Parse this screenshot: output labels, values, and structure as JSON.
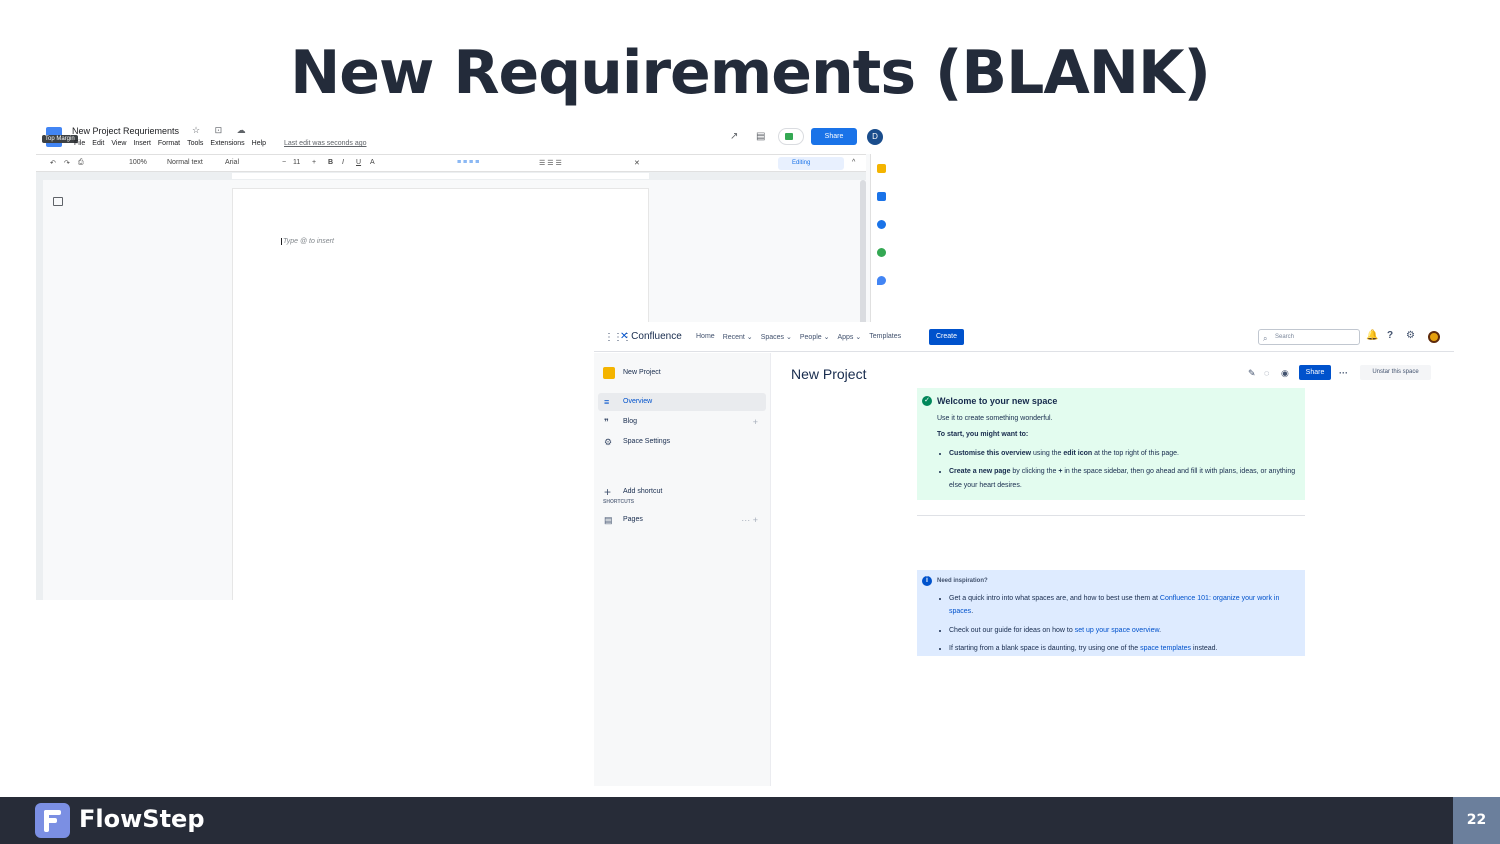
{
  "slide": {
    "title": "New Requirements (BLANK)",
    "page_number": "22"
  },
  "footer": {
    "brand": "FlowStep"
  },
  "gdocs": {
    "doc_title": "New Project Requriements",
    "tooltip": "Top Margin",
    "menu": [
      "File",
      "Edit",
      "View",
      "Insert",
      "Format",
      "Tools",
      "Extensions",
      "Help"
    ],
    "last_edit": "Last edit was seconds ago",
    "share_label": "Share",
    "avatar_initial": "D",
    "zoom": "100%",
    "style": "Normal text",
    "font": "Arial",
    "font_size": "11",
    "mode": "Editing",
    "placeholder": "Type @ to insert",
    "title_icons": "☆ ⊡ ☁",
    "toolbar_icons": {
      "undo": "↶",
      "redo": "↷",
      "print": "⎙",
      "bold": "B",
      "italic": "I",
      "underline": "U",
      "text_color": "A",
      "minus": "−",
      "plus": "+",
      "align": "≡ ≡ ≡ ≡",
      "lists": "☰ ☰ ☰",
      "clear": "✕",
      "collapse": "^"
    },
    "right_icons": {
      "trend": "↗",
      "comments": "▤"
    },
    "side_colors": [
      "#f4b400",
      "#1a73e8",
      "#1a73e8",
      "#34a853",
      "#4285f4"
    ]
  },
  "confluence": {
    "product": "Confluence",
    "nav": [
      "Home",
      "Recent ⌄",
      "Spaces ⌄",
      "People ⌄",
      "Apps ⌄",
      "Templates"
    ],
    "create_label": "Create",
    "search_placeholder": "Search",
    "sidebar": {
      "space_name": "New Project",
      "items": [
        {
          "label": "Overview",
          "icon": "≡"
        },
        {
          "label": "Blog",
          "icon": "❞",
          "plus": "+"
        },
        {
          "label": "Space Settings",
          "icon": "⚙"
        }
      ],
      "shortcuts_heading": "SHORTCUTS",
      "add_shortcut": "Add shortcut",
      "pages_label": "Pages",
      "pages_more": "··· +"
    },
    "page_title": "New Project",
    "share_label": "Share",
    "more_label": "···",
    "unstar_label": "Unstar this space",
    "welcome": {
      "heading": "Welcome to your new space",
      "intro": "Use it to create something wonderful.",
      "subheading": "To start, you might want to:",
      "b1_bold": "Customise this overview",
      "b1_mid": " using the ",
      "b1_bold2": "edit icon",
      "b1_end": " at the top right of this page.",
      "b2_bold": "Create a new page",
      "b2_mid": " by clicking the ",
      "b2_bold2": "+",
      "b2_end": " in the space sidebar, then go ahead and fill it with plans, ideas, or anything else your heart desires."
    },
    "inspiration": {
      "heading": "Need inspiration?",
      "b1_text": "Get a quick intro into what spaces are, and how to best use them at ",
      "b1_link": "Confluence 101: organize your work in spaces",
      "b1_end": ".",
      "b2_text": "Check out our guide for ideas on how to ",
      "b2_link": "set up your space overview",
      "b2_end": ".",
      "b3_text": "If starting from a blank space is daunting, try using one of the ",
      "b3_link": "space templates",
      "b3_end": " instead."
    },
    "icons": {
      "grid": "⋮⋮⋮",
      "logo": "✕",
      "search": "⌕",
      "bell": "🔔",
      "help": "?",
      "settings": "⚙",
      "edit": "✎",
      "comment": "◌",
      "watch": "◉",
      "check": "✓",
      "info": "i",
      "add": "+",
      "pages": "▤"
    }
  }
}
